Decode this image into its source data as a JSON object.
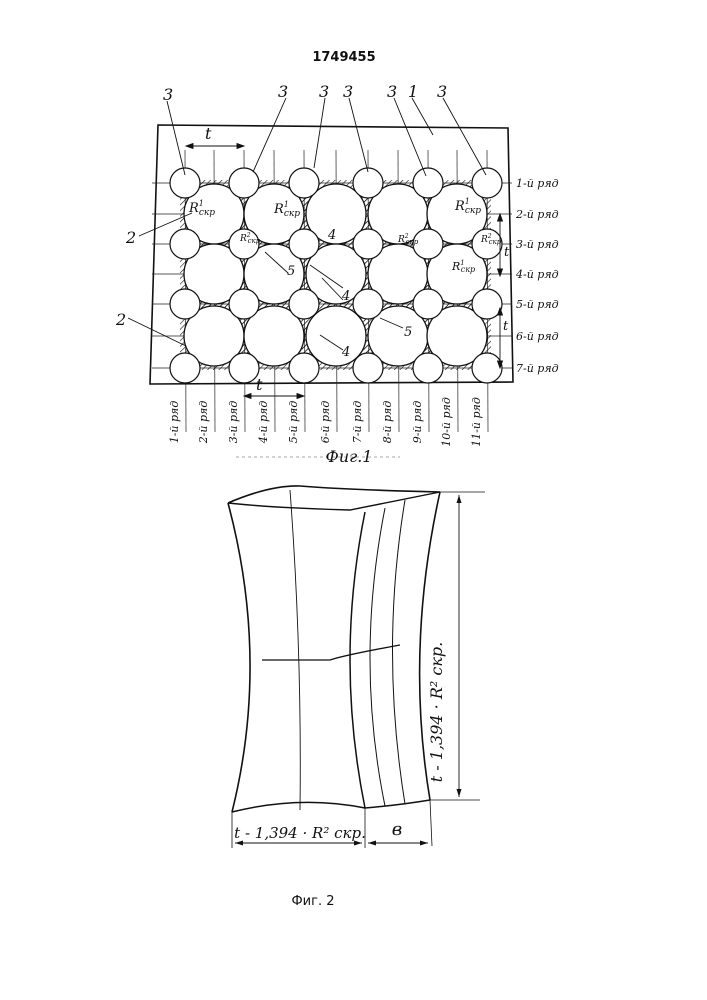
{
  "patent_number": "1749455",
  "figure1": {
    "caption": "Фиг.1",
    "callout_numbers": {
      "n1": "1",
      "n2": "2",
      "n3": "3",
      "n4": "4",
      "n5": "5"
    },
    "radius_labels": {
      "r1": "R",
      "r1_sup": "1",
      "r1_sub": "скр",
      "r2": "R",
      "r2_sup": "2",
      "r2_sub": "скр"
    },
    "pitch_label": "t",
    "row_labels": [
      "1-й ряд",
      "2-й ряд",
      "3-й ряд",
      "4-й ряд",
      "5-й ряд",
      "6-й ряд",
      "7-й ряд"
    ],
    "column_labels": [
      "1-й ряд",
      "2-й ряд",
      "3-й ряд",
      "4-й ряд",
      "5-й ряд",
      "6-й ряд",
      "7-й ряд",
      "8-й ряд",
      "9-й ряд",
      "10-й ряд",
      "11-й ряд"
    ]
  },
  "figure2": {
    "caption": "Фиг. 2",
    "height_dimension": "t - 1,394 · R² скр.",
    "width_dimension": "t - 1,394 · R² скр.",
    "thickness_label": "в"
  }
}
